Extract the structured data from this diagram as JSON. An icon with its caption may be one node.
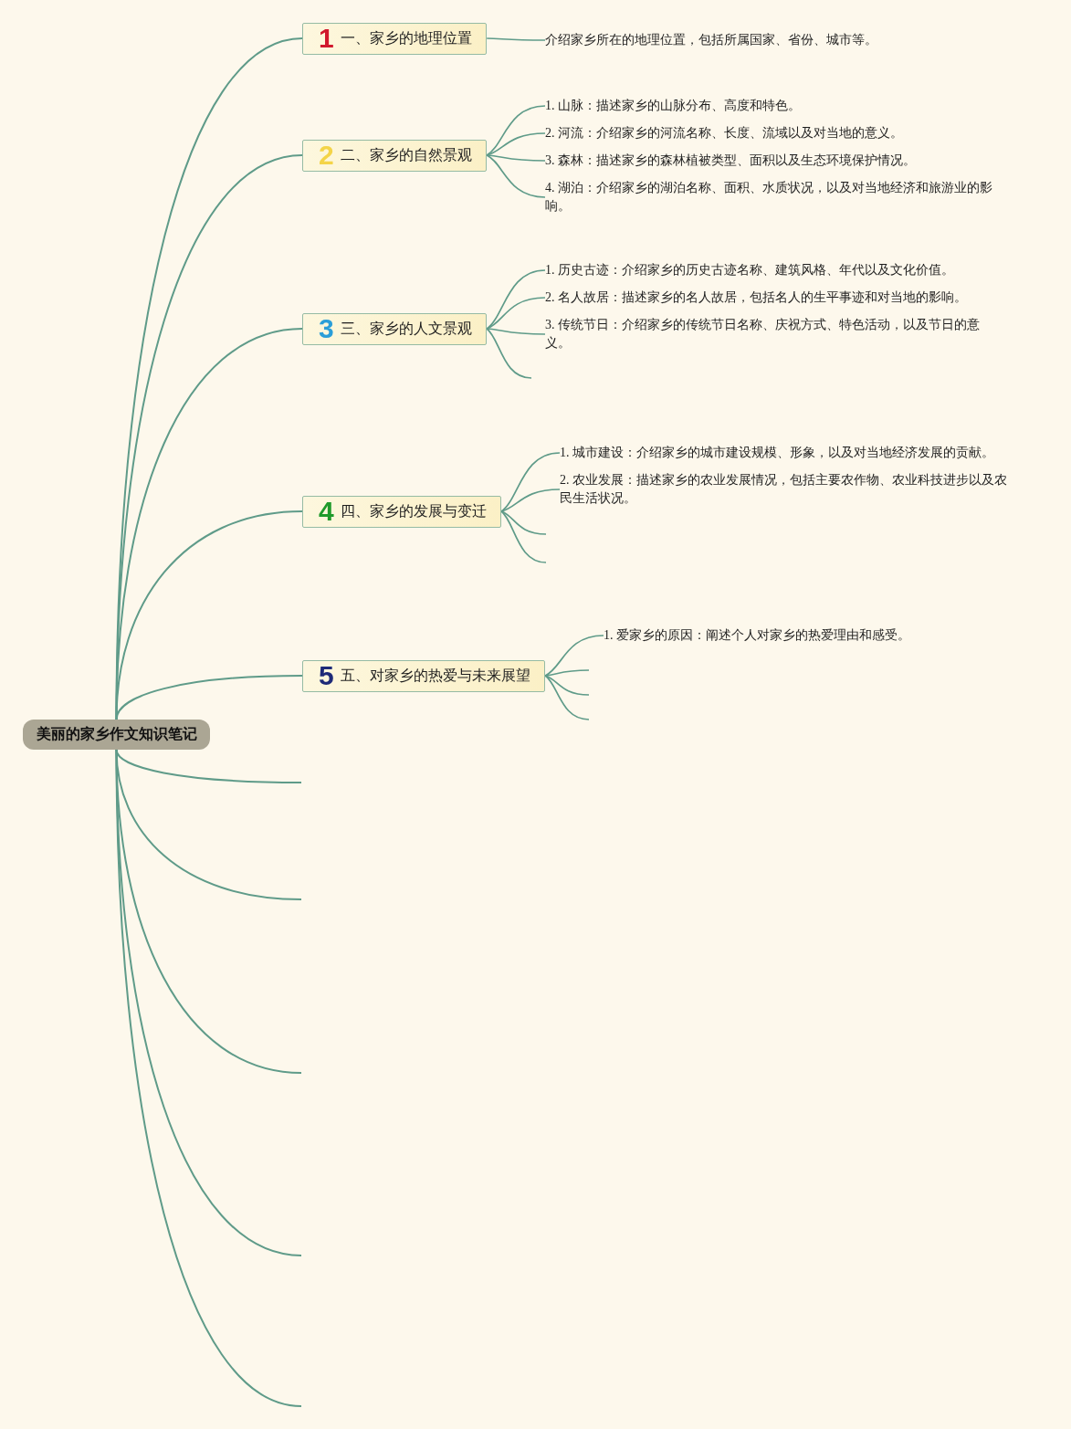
{
  "diagram": {
    "nodes": [
      {
        "text": [
          "美丽的家乡作文知识笔记"
        ]
      },
      {
        "text": [
          "1",
          "一、家乡的地理位置"
        ]
      },
      {
        "text": [
          "介绍家乡所在的地理位置，包括所属国家、省份、城市等。"
        ]
      },
      {
        "text": [
          "2",
          "二、家乡的自然景观"
        ]
      },
      {
        "text": [
          "1. 山脉：描述家乡的山脉分布、高度和特色。"
        ]
      },
      {
        "text": [
          "2. 河流：介绍家乡的河流名称、长度、流域以及对当地的意义。"
        ]
      },
      {
        "text": [
          "3. 森林：描述家乡的森林植被类型、面积以及生态环境保护情况。"
        ]
      },
      {
        "text": [
          "4. 湖泊：介绍家乡的湖泊名称、面积、水质状况，以及对当地经济和旅游业的影响。"
        ]
      },
      {
        "text": [
          "3",
          "三、家乡的人文景观"
        ]
      },
      {
        "text": [
          "1. 历史古迹：介绍家乡的历史古迹名称、建筑风格、年代以及文化价值。"
        ]
      },
      {
        "text": [
          "2. 名人故居：描述家乡的名人故居，包括名人的生平事迹和对当地的影响。"
        ]
      },
      {
        "text": [
          "3. 传统节日：介绍家乡的传统节日名称、庆祝方式、特色活动，以及节日的意义。"
        ]
      },
      {
        "text": [
          "4",
          "四、家乡的发展与变迁"
        ]
      },
      {
        "text": [
          "1. 城市建设：介绍家乡的城市建设规模、形象，以及对当地经济发展的贡献。"
        ]
      },
      {
        "text": [
          "2. 农业发展：描述家乡的农业发展情况，包括主要农作物、农业科技进步以及农民生活状况。"
        ]
      },
      {
        "text": [
          "5",
          "五、对家乡的热爱与未来展望"
        ]
      },
      {
        "text": [
          "1. 爱家乡的原因：阐述个人对家乡的热爱理由和感受。"
        ]
      }
    ],
    "edges": [
      {
        "from": 0,
        "to": 1,
        "arrow": "none"
      },
      {
        "from": 1,
        "to": 2,
        "arrow": "none"
      },
      {
        "from": 0,
        "to": 3,
        "arrow": "none"
      },
      {
        "from": 3,
        "to": 4,
        "arrow": "none"
      },
      {
        "from": 3,
        "to": 5,
        "arrow": "none"
      },
      {
        "from": 3,
        "to": 6,
        "arrow": "none"
      },
      {
        "from": 3,
        "to": 7,
        "arrow": "none"
      },
      {
        "from": 0,
        "to": 8,
        "arrow": "none"
      },
      {
        "from": 8,
        "to": 9,
        "arrow": "none"
      },
      {
        "from": 8,
        "to": 10,
        "arrow": "none"
      },
      {
        "from": 8,
        "to": 11,
        "arrow": "none"
      },
      {
        "from": 8,
        "to": null,
        "arrow": "none"
      },
      {
        "from": 0,
        "to": 12,
        "arrow": "none"
      },
      {
        "from": 12,
        "to": 13,
        "arrow": "none"
      },
      {
        "from": 12,
        "to": 14,
        "arrow": "none"
      },
      {
        "from": 12,
        "to": null,
        "arrow": "none"
      },
      {
        "from": 12,
        "to": null,
        "arrow": "none"
      },
      {
        "from": 0,
        "to": 15,
        "arrow": "none"
      },
      {
        "from": 15,
        "to": 16,
        "arrow": "none"
      },
      {
        "from": 15,
        "to": null,
        "arrow": "none"
      },
      {
        "from": 15,
        "to": null,
        "arrow": "none"
      },
      {
        "from": 15,
        "to": null,
        "arrow": "none"
      },
      {
        "from": 0,
        "to": null,
        "arrow": "none"
      },
      {
        "from": 0,
        "to": null,
        "arrow": "none"
      },
      {
        "from": 0,
        "to": null,
        "arrow": "none"
      },
      {
        "from": 0,
        "to": null,
        "arrow": "none"
      },
      {
        "from": 0,
        "to": null,
        "arrow": "none"
      }
    ]
  }
}
